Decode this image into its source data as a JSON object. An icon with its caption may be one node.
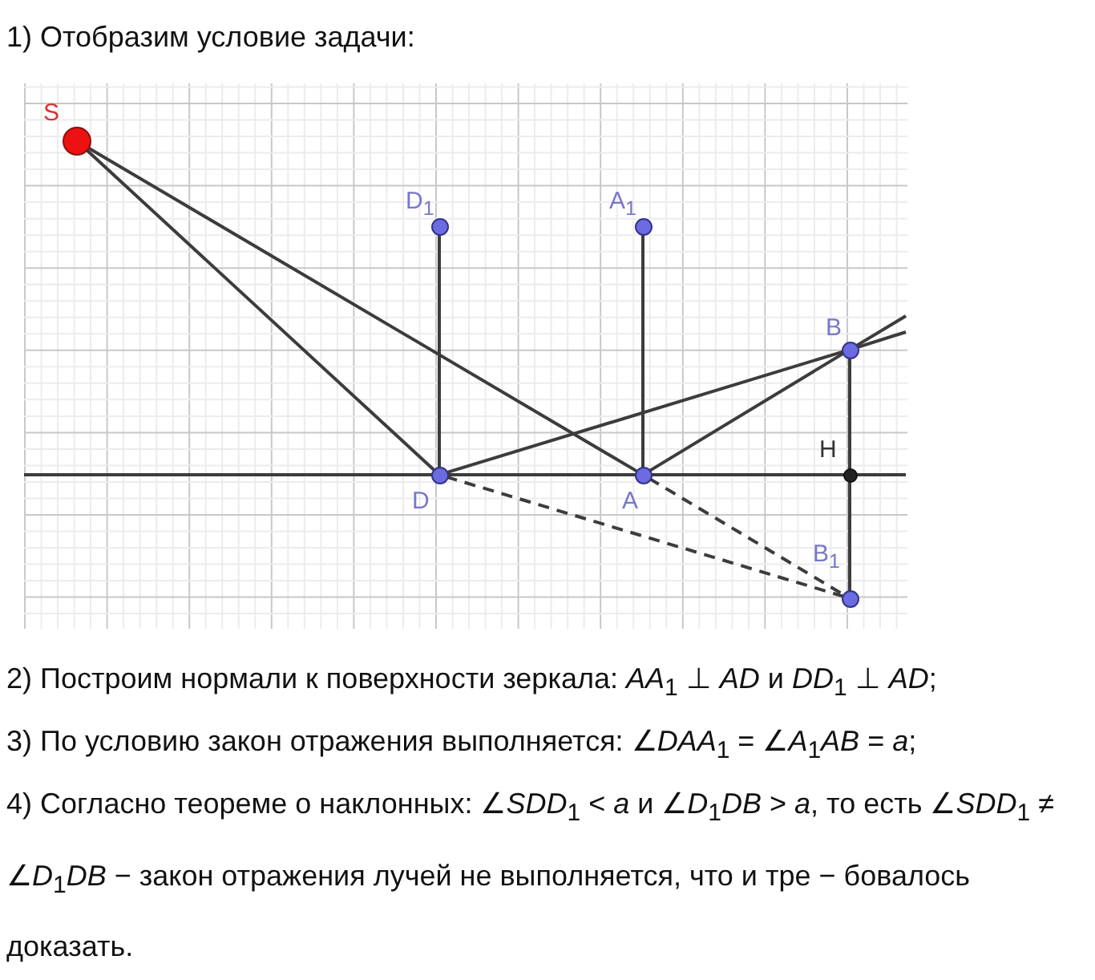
{
  "diagram": {
    "nodes": [
      {
        "text": [
          "S"
        ]
      },
      {
        "text": [
          "D$_{1}$"
        ]
      },
      {
        "text": [
          "A$_{1}$"
        ]
      },
      {
        "text": [
          "B"
        ]
      },
      {
        "text": [
          "H"
        ]
      },
      {
        "text": [
          "D"
        ]
      },
      {
        "text": [
          "A"
        ]
      },
      {
        "text": [
          "B$_{1}$"
        ]
      }
    ],
    "edges": [
      {
        "from": 0,
        "to": 5,
        "arrow": "none"
      },
      {
        "from": 0,
        "to": 6,
        "arrow": "none"
      },
      {
        "from": 5,
        "to": 1,
        "arrow": "none"
      },
      {
        "from": 6,
        "to": 2,
        "arrow": "none"
      },
      {
        "from": 5,
        "to": 3,
        "arrow": "none"
      },
      {
        "from": 6,
        "to": 3,
        "arrow": "none"
      },
      {
        "from": 3,
        "to": null,
        "arrow": "none"
      },
      {
        "from": 3,
        "to": null,
        "arrow": "none"
      },
      {
        "from": null,
        "to": 5,
        "arrow": "none"
      },
      {
        "from": 5,
        "to": 6,
        "arrow": "none"
      },
      {
        "from": 6,
        "to": 4,
        "arrow": "none"
      },
      {
        "from": 4,
        "to": null,
        "arrow": "none"
      },
      {
        "from": 3,
        "to": 4,
        "arrow": "none"
      },
      {
        "from": 4,
        "to": 7,
        "arrow": "none"
      },
      {
        "from": 5,
        "to": 7,
        "arrow": "none",
        "style": "dashed"
      },
      {
        "from": 6,
        "to": 7,
        "arrow": "none",
        "style": "dashed"
      }
    ],
    "labels": [
      "1) Отобразим условие задачи:",
      "2) Построим нормали к поверхности зеркала: *AA*$_{1}$ ⊥ *AD* и *DD*$_{1}$ ⊥ *AD*;",
      "3) По условию закон отражения выполняется: ∠*DAA*$_{1}$ = ∠*A*$_{1}$*AB* = *a*;",
      "4) Согласно теореме о наклонных: ∠*SDD*$_{1}$ < *a* и ∠*D*$_{1}$*DB* > *a*, то есть ∠*SDD*$_{1}$ ≠ ∠*D*$_{1}$*DB* − закон отражения лучей не выполняется, что и тре − бовалось доказать."
    ]
  }
}
